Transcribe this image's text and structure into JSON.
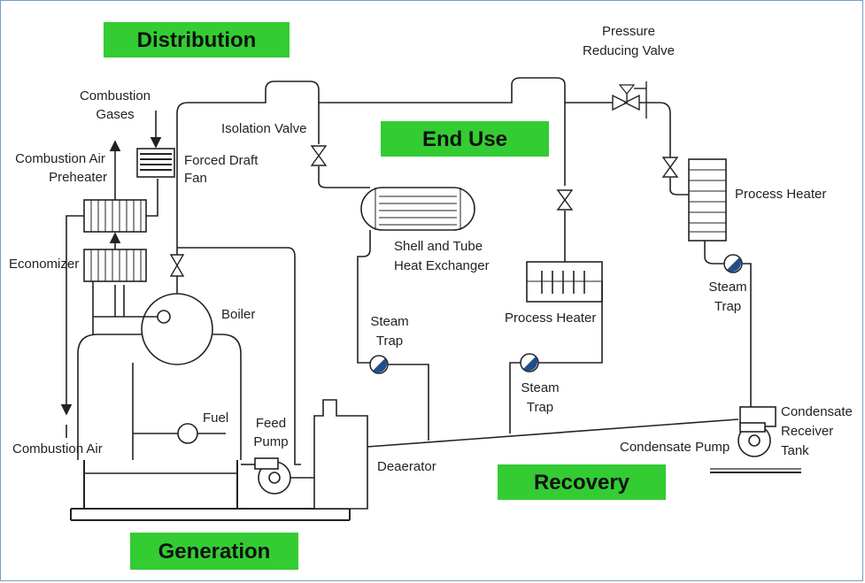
{
  "sections": {
    "distribution": "Distribution",
    "end_use": "End Use",
    "recovery": "Recovery",
    "generation": "Generation"
  },
  "labels": {
    "combustion_gases_1": "Combustion",
    "combustion_gases_2": "Gases",
    "forced_draft_1": "Forced Draft",
    "forced_draft_2": "Fan",
    "air_preheater_1": "Combustion Air",
    "air_preheater_2": "Preheater",
    "economizer": "Economizer",
    "boiler": "Boiler",
    "fuel": "Fuel",
    "feed_pump_1": "Feed",
    "feed_pump_2": "Pump",
    "combustion_air": "Combustion Air",
    "deaerator": "Deaerator",
    "isolation_valve": "Isolation Valve",
    "shell_tube_1": "Shell and Tube",
    "shell_tube_2": "Heat Exchanger",
    "steam_trap_1a": "Steam",
    "steam_trap_1b": "Trap",
    "process_heater_1": "Process Heater",
    "steam_trap_2a": "Steam",
    "steam_trap_2b": "Trap",
    "prv_1": "Pressure",
    "prv_2": "Reducing Valve",
    "process_heater_2": "Process Heater",
    "steam_trap_3a": "Steam",
    "steam_trap_3b": "Trap",
    "condensate_pump": "Condensate Pump",
    "condensate_tank_1": "Condensate",
    "condensate_tank_2": "Receiver",
    "condensate_tank_3": "Tank"
  },
  "colors": {
    "section_bg": "#33cc33",
    "line": "#222222",
    "trap_fill": "#1f4e8a"
  }
}
